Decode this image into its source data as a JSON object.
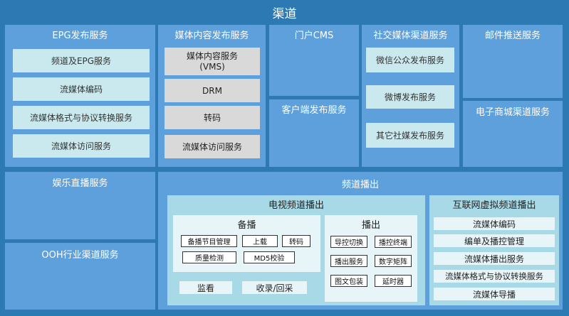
{
  "title": "渠道",
  "epg": {
    "title": "EPG发布服务",
    "items": [
      "频道及EPG服务",
      "流媒体编码",
      "流媒体格式与协议转换服务",
      "流媒体访问服务"
    ]
  },
  "media": {
    "title": "媒体内容发布服务",
    "items": [
      "媒体内容服务\n(VMS)",
      "DRM",
      "转码",
      "流媒体访问服务"
    ]
  },
  "portal": {
    "title": "门户CMS"
  },
  "client": {
    "title": "客户端发布服务"
  },
  "social": {
    "title": "社交媒体渠道服务",
    "items": [
      "微信公众发布服务",
      "微博发布服务",
      "其它社媒发布服务"
    ]
  },
  "mail": {
    "title": "邮件推送服务"
  },
  "ecommerce": {
    "title": "电子商城渠道服务"
  },
  "ent_live": {
    "title": "娱乐直播服务"
  },
  "ooh": {
    "title": "OOH行业渠道服务"
  },
  "channel": {
    "title": "频道播出",
    "tv": {
      "title": "电视频道播出",
      "backup": {
        "title": "备播",
        "items": [
          "备播节目管理",
          "上载",
          "转码",
          "质量检测",
          "MD5校验"
        ]
      },
      "broadcast": {
        "title": "播出",
        "items": [
          "导控切换",
          "播控终端",
          "播出服务",
          "数字矩阵",
          "图文包装",
          "延时器"
        ]
      },
      "monitor": "监看",
      "record": "收录/回采"
    },
    "internet": {
      "title": "互联网虚拟频道播出",
      "items": [
        "流媒体编码",
        "编单及播控管理",
        "流媒体播出服务",
        "流媒体格式与协议转换服务",
        "流媒体导播"
      ]
    }
  }
}
